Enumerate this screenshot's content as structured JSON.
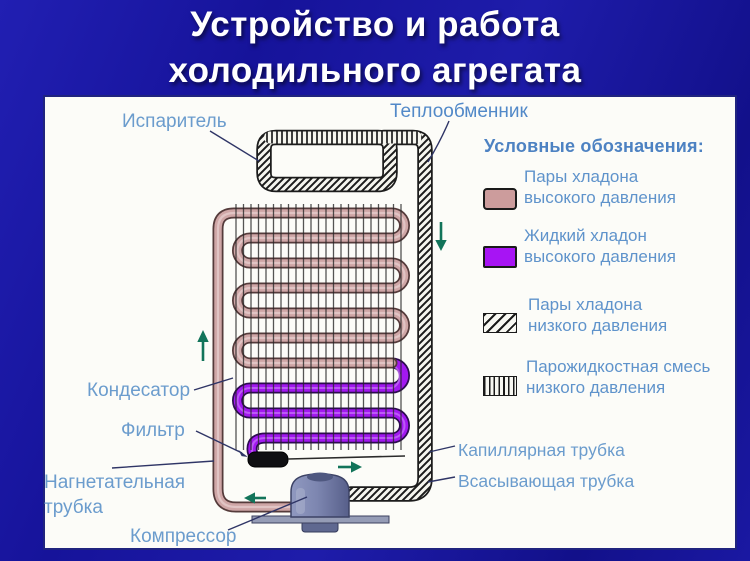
{
  "title": {
    "line1": "Устройство и работа",
    "line2": "холодильного агрегата"
  },
  "labels": {
    "evaporator": "Испаритель",
    "heat_exchanger": "Теплообменник",
    "condenser": "Кондесатор",
    "filter": "Фильтр",
    "discharge_tube": "Нагнетательная трубка",
    "compressor": "Компрессор",
    "capillary_tube": "Капиллярная трубка",
    "suction_tube": "Всасывающая трубка"
  },
  "legend": {
    "title": "Условные обозначения:",
    "items": [
      {
        "swatch": "solid-pink",
        "color": "#cc9c9c",
        "label": "Пары хладона\nвысокого давления"
      },
      {
        "swatch": "solid-purple",
        "color": "#a714f4",
        "label": "Жидкий хладон\nвысокого давления"
      },
      {
        "swatch": "hatch-diagonal",
        "color": "#1a1a1a",
        "label": "Пары хладона\nнизкого давления"
      },
      {
        "swatch": "hatch-vertical",
        "color": "#1a1a1a",
        "label": "Парожидкостная смесь\nнизкого давления"
      }
    ]
  },
  "colors": {
    "background_blue": "#17149c",
    "panel_white": "#fcfcf8",
    "title_text": "#ffffff",
    "label_text": "#6b9ccd",
    "legend_title_text": "#4d82c2",
    "vapor_high_pressure_pink": "#cfa6a6",
    "liquid_high_pressure_purple": "#a218f0",
    "arrow_green": "#12745a",
    "compressor_body_blue_gray": "#8089b2",
    "filter_black": "#0f0f12"
  }
}
